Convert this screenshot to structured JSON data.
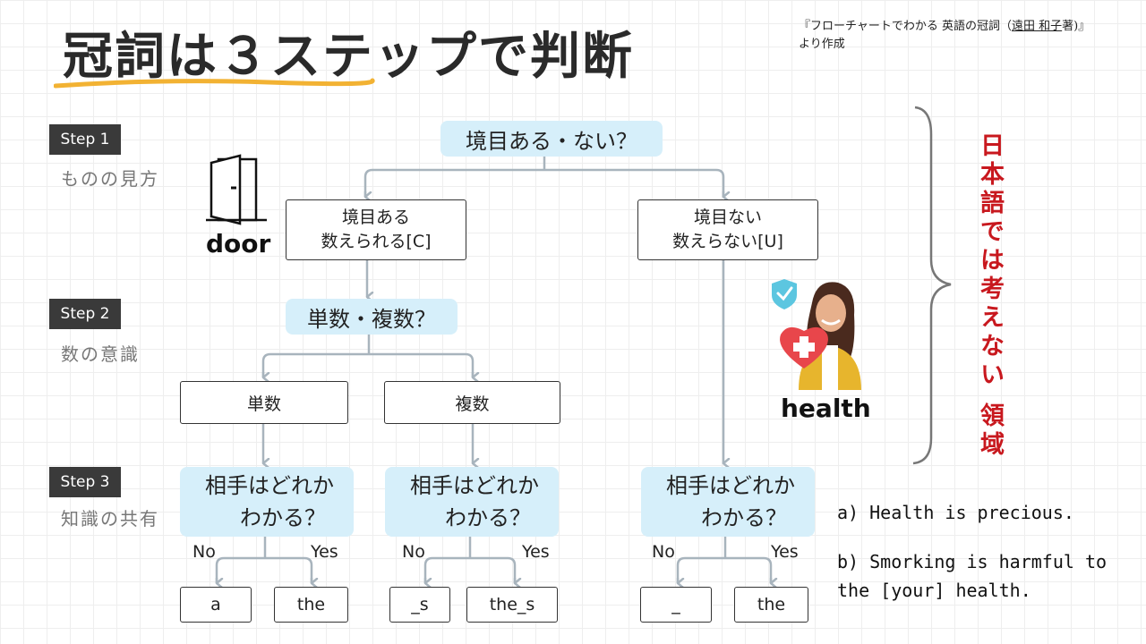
{
  "title": "冠詞は３ステップで判断",
  "source": {
    "line1_prefix": "『フローチャートでわかる 英語の冠詞（",
    "line1_author": "遠田 和子",
    "line1_suffix": "著)』",
    "line2": "より作成"
  },
  "steps": [
    {
      "badge": "Step 1",
      "subtitle": "ものの見方"
    },
    {
      "badge": "Step 2",
      "subtitle": "数の意識"
    },
    {
      "badge": "Step 3",
      "subtitle": "知識の共有"
    }
  ],
  "questions": {
    "q1": "境目ある・ない？",
    "q2": "単数・複数？",
    "q3_line1": "相手はどれか",
    "q3_line2": "わかる？"
  },
  "boxes": {
    "countable_line1": "境目ある",
    "countable_line2": "数えられる[C]",
    "uncountable_line1": "境目ない",
    "uncountable_line2": "数えらない[U]",
    "singular": "単数",
    "plural": "複数"
  },
  "branch_labels": {
    "no": "No",
    "yes": "Yes"
  },
  "answers": {
    "singular_no": "a",
    "singular_yes": "the",
    "plural_no": "_s",
    "plural_yes": "the_s",
    "uncount_no": "_",
    "uncount_yes": "the"
  },
  "images": {
    "door_label": "door",
    "health_label": "health"
  },
  "side_note": "日本語では考えない 領域",
  "examples": {
    "a": "a) Health is precious.",
    "b_line1": "b) Smorking is harmful to",
    "b_line2": "the [your] health."
  },
  "colors": {
    "question_bg": "#d6effa",
    "badge_bg": "#3a3a3a",
    "side_note": "#c8181e",
    "connector": "#a8b4bd",
    "underline": "#f2b233"
  }
}
